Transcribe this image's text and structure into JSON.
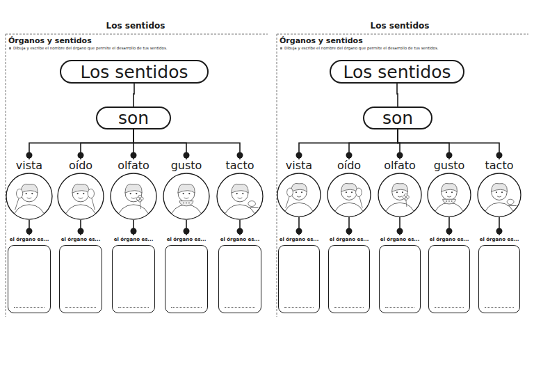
{
  "diagram": {
    "title": "Los sentidos",
    "nodes": [
      {
        "text": [
          "Los sentidos"
        ]
      },
      {
        "text": [
          "son"
        ]
      },
      {
        "text": [
          "vista"
        ]
      },
      {
        "text": [
          "oído"
        ]
      },
      {
        "text": [
          "olfato"
        ]
      },
      {
        "text": [
          "gusto"
        ]
      },
      {
        "text": [
          "tacto"
        ]
      },
      {
        "text": [
          "el órgano es..."
        ]
      },
      {
        "text": [
          "el órgano es..."
        ]
      },
      {
        "text": [
          "el órgano es..."
        ]
      },
      {
        "text": [
          "el órgano es..."
        ]
      },
      {
        "text": [
          "el órgano es..."
        ]
      },
      {
        "text": [
          "Los sentidos"
        ]
      },
      {
        "text": [
          "son"
        ]
      },
      {
        "text": [
          "vista"
        ]
      },
      {
        "text": [
          "oído"
        ]
      },
      {
        "text": [
          "olfato"
        ]
      },
      {
        "text": [
          "gusto"
        ]
      },
      {
        "text": [
          "tacto"
        ]
      },
      {
        "text": [
          "el órgano es..."
        ]
      },
      {
        "text": [
          "el órgano es..."
        ]
      },
      {
        "text": [
          "el órgano es..."
        ]
      },
      {
        "text": [
          "el órgano es..."
        ]
      },
      {
        "text": [
          "el órgano es..."
        ]
      }
    ],
    "edges": [
      {
        "from": 0,
        "to": 1,
        "arrow": "none"
      },
      {
        "from": 1,
        "to": 2,
        "arrow": "none"
      },
      {
        "from": 1,
        "to": 3,
        "arrow": "none"
      },
      {
        "from": 1,
        "to": 4,
        "arrow": "none"
      },
      {
        "from": 1,
        "to": 5,
        "arrow": "none"
      },
      {
        "from": 1,
        "to": 6,
        "arrow": "none"
      },
      {
        "from": 2,
        "to": 7,
        "arrow": "none"
      },
      {
        "from": 3,
        "to": 8,
        "arrow": "none"
      },
      {
        "from": 4,
        "to": 9,
        "arrow": "none"
      },
      {
        "from": 5,
        "to": 10,
        "arrow": "none"
      },
      {
        "from": 6,
        "to": 11,
        "arrow": "none"
      },
      {
        "from": 12,
        "to": 13,
        "arrow": "none"
      },
      {
        "from": 13,
        "to": 14,
        "arrow": "none"
      },
      {
        "from": 13,
        "to": 15,
        "arrow": "none"
      },
      {
        "from": 13,
        "to": 16,
        "arrow": "none"
      },
      {
        "from": 13,
        "to": 17,
        "arrow": "none"
      },
      {
        "from": 13,
        "to": 18,
        "arrow": "none"
      },
      {
        "from": 14,
        "to": 19,
        "arrow": "none"
      },
      {
        "from": 15,
        "to": 20,
        "arrow": "none"
      },
      {
        "from": 16,
        "to": 21,
        "arrow": "none"
      },
      {
        "from": 17,
        "to": 22,
        "arrow": "none"
      },
      {
        "from": 18,
        "to": 23,
        "arrow": "none"
      }
    ],
    "labels": [
      "Órganos y sentidos",
      "Dibuja y escribe el nombre del órgano que permite el desarrollo de tus sentidos.",
      "Los sentidos",
      "Órganos y sentidos",
      "Dibuja y escribe el nombre del órgano que permite el desarrollo de tus sentidos."
    ]
  }
}
